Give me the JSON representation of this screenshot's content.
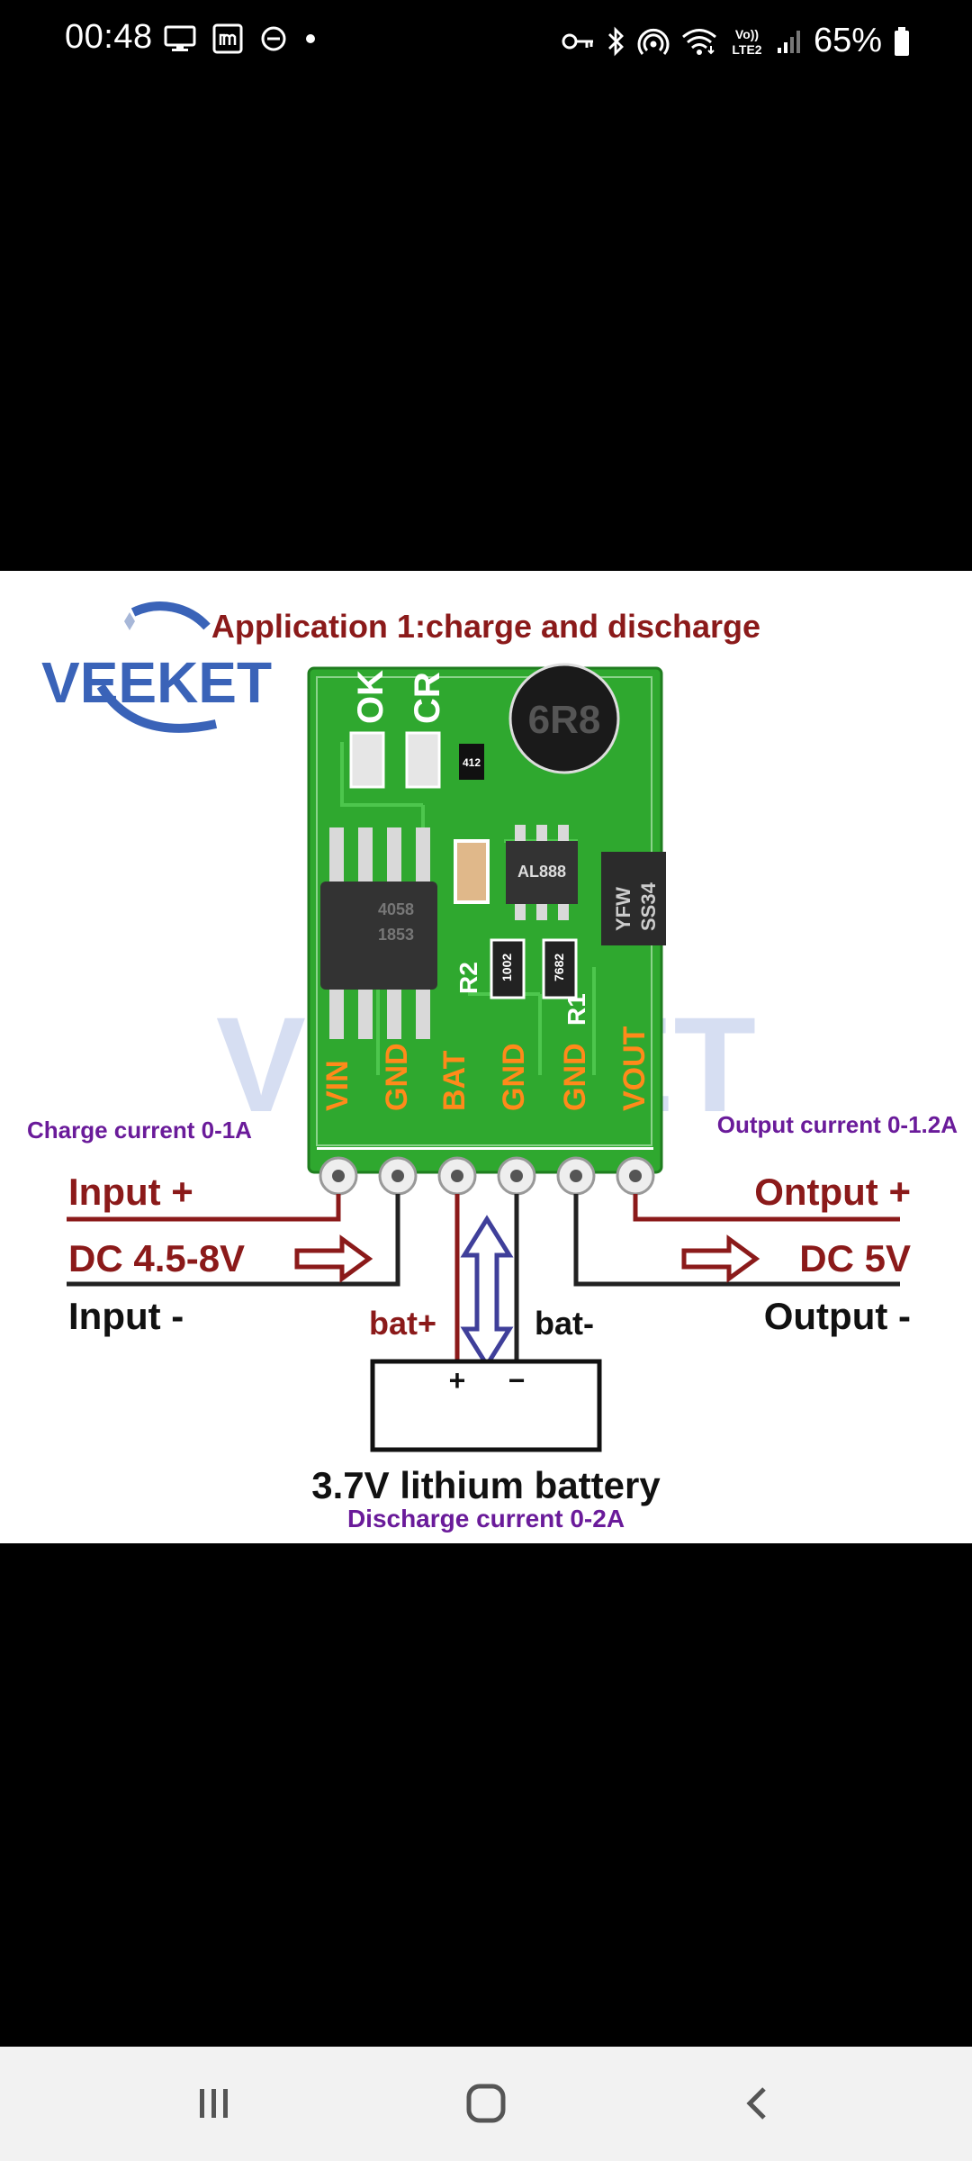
{
  "status_bar": {
    "time": "00:48",
    "battery_percent": "65%",
    "lte_top": "Vo))",
    "lte_bottom": "LTE2",
    "icons": [
      "screen-mirror-icon",
      "m-app-icon",
      "do-not-disturb-icon",
      "notification-dot-icon",
      "vpn-key-icon",
      "bluetooth-icon",
      "hotspot-icon",
      "wifi-icon",
      "volte-icon",
      "signal-icon",
      "battery-icon"
    ]
  },
  "image": {
    "brand": "VEEKET",
    "watermark": "VEEKET",
    "title": "Application 1:charge and discharge",
    "charge_current": "Charge current 0-1A",
    "output_current": "Output current 0-1.2A",
    "input_plus": "Input +",
    "input_range": "DC 4.5-8V",
    "input_minus": "Input -",
    "output_plus": "Ontput +",
    "output_voltage": "DC 5V",
    "output_minus": "Output -",
    "bat_plus": "bat+",
    "bat_minus": "bat-",
    "battery_plus_sign": "+",
    "battery_minus_sign": "−",
    "battery_label": "3.7V lithium battery",
    "discharge_current": "Discharge current 0-2A",
    "board_labels": {
      "ok": "OK",
      "cr": "CR",
      "pins": [
        "VIN",
        "GND",
        "BAT",
        "GND",
        "GND",
        "VOUT"
      ],
      "r2": "R2",
      "r1": "R1",
      "inductor": "6R8",
      "chip_al": "AL888",
      "diode_top": "YFW",
      "diode_bottom": "SS34",
      "res_412": "412",
      "res_1002": "1002",
      "res_7682": "7682",
      "ic_line1": "4058",
      "ic_line2": "1853"
    },
    "colors": {
      "dark_red": "#8b1a1a",
      "purple": "#6a1b9a",
      "orange": "#ff8a1a",
      "pcb_green": "#2fa82f",
      "brand_blue": "#3a63b8",
      "arrow_blue": "#3f3f9a"
    }
  },
  "nav_bar": {
    "icons": [
      "recent-apps-icon",
      "home-icon",
      "back-icon"
    ]
  }
}
